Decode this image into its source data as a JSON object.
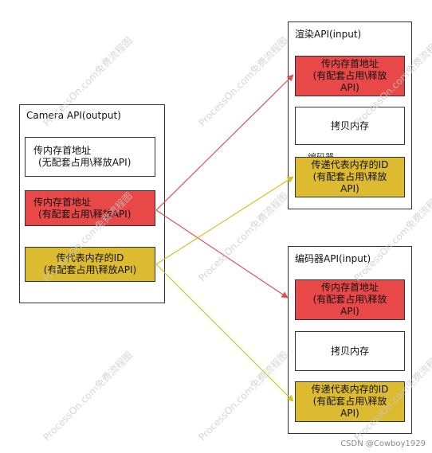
{
  "camera": {
    "title": "Camera API(output)",
    "box1": {
      "line1": "传内存首地址",
      "line2": "(无配套占用\\释放API)"
    },
    "box2": {
      "line1": "传内存首地址",
      "line2": "(有配套占用\\释放API)"
    },
    "box3": {
      "line1": "传代表内存的ID",
      "line2": "(有配套占用\\释放API)"
    }
  },
  "render": {
    "title": "渲染API(input)",
    "box1": {
      "line1": "传内存首地址",
      "line2": "(有配套占用\\释放",
      "line3": "API)"
    },
    "box2": {
      "line1": "拷贝内存"
    },
    "overlap_label": "编码器",
    "box3": {
      "line1": "传递代表内存的ID",
      "line2": "(有配套占用\\释放",
      "line3": "API)"
    }
  },
  "encoder": {
    "title": "编码器API(input)",
    "box1": {
      "line1": "传内存首地址",
      "line2": "(有配套占用\\释放",
      "line3": "API)"
    },
    "box2": {
      "line1": "拷贝内存"
    },
    "box3": {
      "line1": "传递代表内存的ID",
      "line2": "(有配套占用\\释放",
      "line3": "API)"
    }
  },
  "watermark": "ProcessOn.com免费流程图",
  "credit": "CSDN @Cowboy1929",
  "colors": {
    "red": "#e84848",
    "yellow": "#dcbb30",
    "red_line": "#e05050",
    "yellow_line": "#d8c028"
  }
}
